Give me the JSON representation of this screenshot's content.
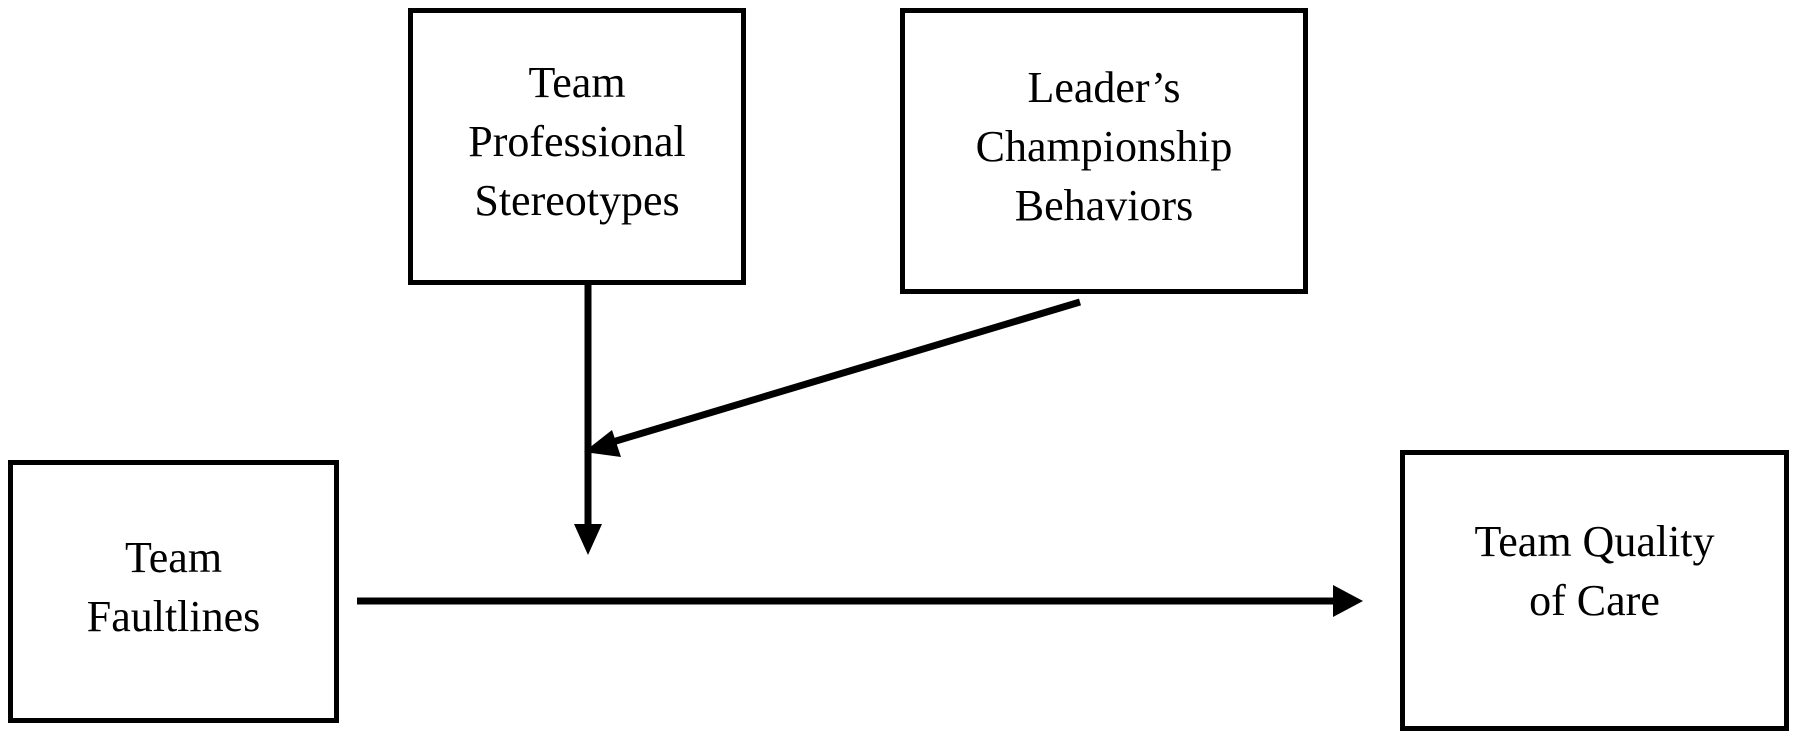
{
  "diagram": {
    "nodes": {
      "team_professional_stereotypes": {
        "lines": [
          "Team",
          "Professional",
          "Stereotypes"
        ]
      },
      "leaders_championship_behaviors": {
        "lines": [
          "Leader’s",
          "Championship",
          "Behaviors"
        ]
      },
      "team_faultlines": {
        "lines": [
          "Team",
          "Faultlines"
        ]
      },
      "team_quality_of_care": {
        "lines": [
          "Team Quality",
          "of Care"
        ]
      }
    },
    "edges": [
      {
        "from": "team_faultlines",
        "to": "team_quality_of_care",
        "kind": "direct-effect"
      },
      {
        "from": "team_professional_stereotypes",
        "to": "team_faultlines->team_quality_of_care",
        "kind": "moderation"
      },
      {
        "from": "leaders_championship_behaviors",
        "to": "team_professional_stereotypes->moderation",
        "kind": "moderation-of-moderation"
      }
    ],
    "colors": {
      "stroke": "#000000",
      "fill": "#ffffff",
      "text": "#000000"
    }
  }
}
